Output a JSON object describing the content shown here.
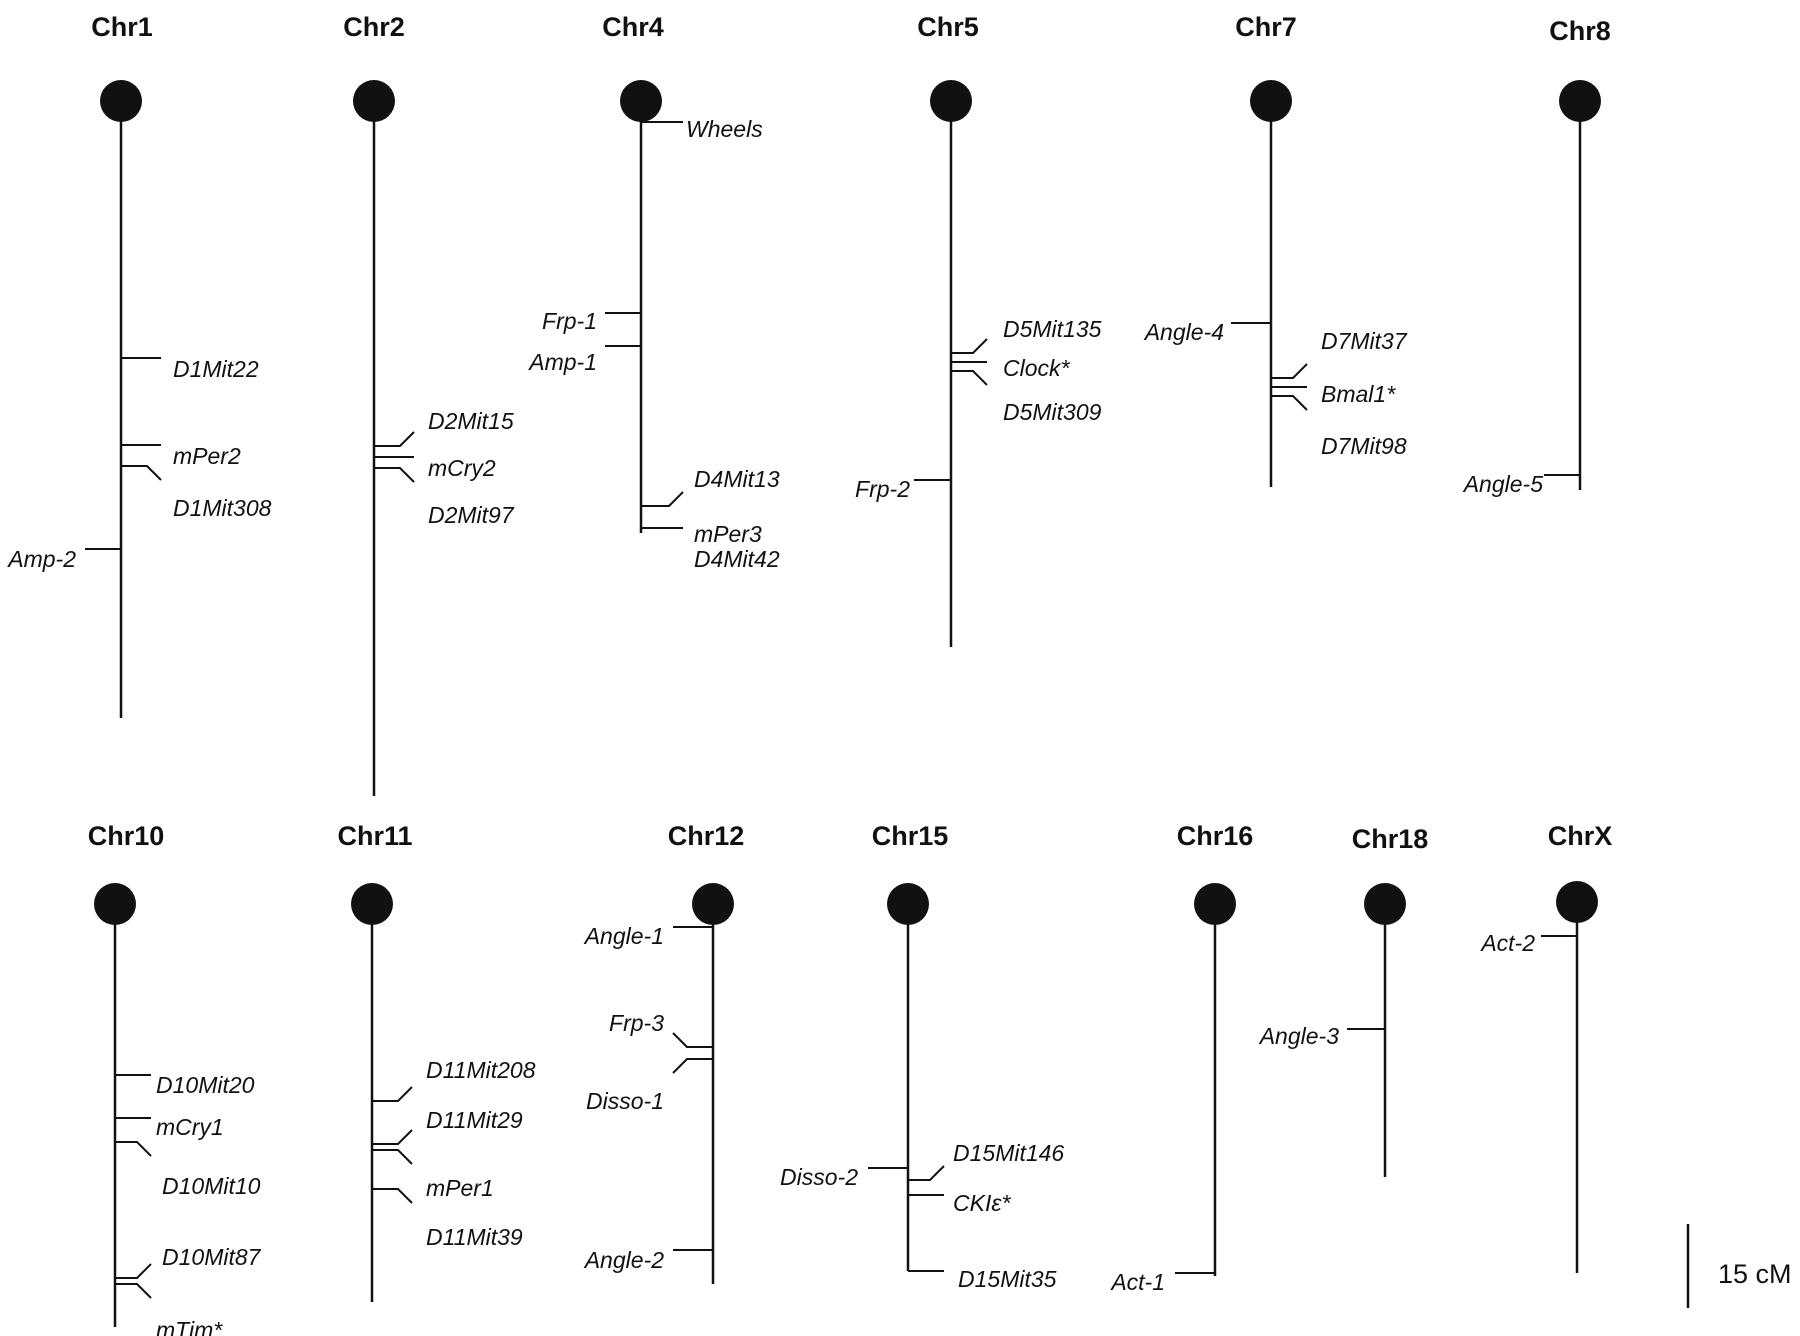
{
  "chromosomes": [
    {
      "name": "Chr1",
      "markers": [
        {
          "label": "D1Mit22",
          "side": "right"
        },
        {
          "label": "mPer2",
          "side": "right"
        },
        {
          "label": "D1Mit308",
          "side": "right"
        },
        {
          "label": "Amp-2",
          "side": "left"
        }
      ]
    },
    {
      "name": "Chr2",
      "markers": [
        {
          "label": "D2Mit15",
          "side": "right"
        },
        {
          "label": "mCry2",
          "side": "right"
        },
        {
          "label": "D2Mit97",
          "side": "right"
        }
      ]
    },
    {
      "name": "Chr4",
      "markers": [
        {
          "label": "Wheels",
          "side": "right"
        },
        {
          "label": "Frp-1",
          "side": "left"
        },
        {
          "label": "Amp-1",
          "side": "left"
        },
        {
          "label": "D4Mit13",
          "side": "right"
        },
        {
          "label": "mPer3",
          "side": "right"
        },
        {
          "label": "D4Mit42",
          "side": "right"
        }
      ]
    },
    {
      "name": "Chr5",
      "markers": [
        {
          "label": "D5Mit135",
          "side": "right"
        },
        {
          "label": "Clock*",
          "side": "right"
        },
        {
          "label": "D5Mit309",
          "side": "right"
        },
        {
          "label": "Frp-2",
          "side": "left"
        }
      ]
    },
    {
      "name": "Chr7",
      "markers": [
        {
          "label": "Angle-4",
          "side": "left"
        },
        {
          "label": "D7Mit37",
          "side": "right"
        },
        {
          "label": "Bmal1*",
          "side": "right"
        },
        {
          "label": "D7Mit98",
          "side": "right"
        }
      ]
    },
    {
      "name": "Chr8",
      "markers": [
        {
          "label": "Angle-5",
          "side": "left"
        }
      ]
    },
    {
      "name": "Chr10",
      "markers": [
        {
          "label": "D10Mit20",
          "side": "right"
        },
        {
          "label": "mCry1",
          "side": "right"
        },
        {
          "label": "D10Mit10",
          "side": "right"
        },
        {
          "label": "D10Mit87",
          "side": "right"
        },
        {
          "label": "mTim*",
          "side": "right"
        }
      ]
    },
    {
      "name": "Chr11",
      "markers": [
        {
          "label": "D11Mit208",
          "side": "right"
        },
        {
          "label": "D11Mit29",
          "side": "right"
        },
        {
          "label": "mPer1",
          "side": "right"
        },
        {
          "label": "D11Mit39",
          "side": "right"
        }
      ]
    },
    {
      "name": "Chr12",
      "markers": [
        {
          "label": "Angle-1",
          "side": "left"
        },
        {
          "label": "Frp-3",
          "side": "left"
        },
        {
          "label": "Disso-1",
          "side": "left"
        },
        {
          "label": "Angle-2",
          "side": "left"
        }
      ]
    },
    {
      "name": "Chr15",
      "markers": [
        {
          "label": "Disso-2",
          "side": "left"
        },
        {
          "label": "D15Mit146",
          "side": "right"
        },
        {
          "label": "CKIε*",
          "side": "right"
        },
        {
          "label": "D15Mit35",
          "side": "right"
        }
      ]
    },
    {
      "name": "Chr16",
      "markers": [
        {
          "label": "Act-1",
          "side": "left"
        }
      ]
    },
    {
      "name": "Chr18",
      "markers": [
        {
          "label": "Angle-3",
          "side": "left"
        }
      ]
    },
    {
      "name": "ChrX",
      "markers": [
        {
          "label": "Act-2",
          "side": "left"
        }
      ]
    }
  ],
  "scale_bar": {
    "label": "15 cM"
  }
}
